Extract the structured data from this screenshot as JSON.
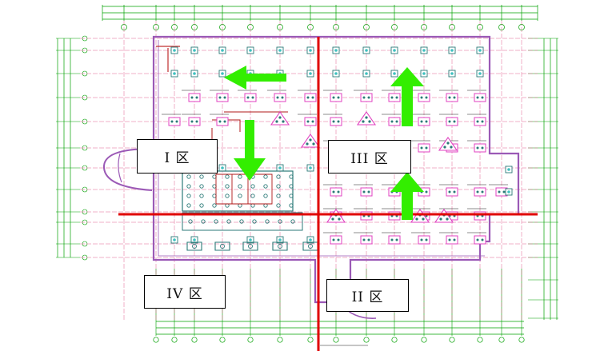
{
  "drawing": {
    "background": "#ffffff",
    "axis_color": "#00a000",
    "grid_color": "#e06090",
    "wall_color": "#9b59b6",
    "pile_color": "#2b7a78",
    "pile_cap_color": "#e040c0",
    "division_line_color": "#e00000",
    "arrow_color": "#33ee00",
    "annotation_color": "#1a1a1a"
  },
  "zones": [
    {
      "id": "zone-1",
      "label": "I 区"
    },
    {
      "id": "zone-3",
      "label": "III 区"
    },
    {
      "id": "zone-4",
      "label": "IV 区"
    },
    {
      "id": "zone-2",
      "label": "II 区"
    }
  ],
  "arrows": [
    {
      "id": "arrow-left",
      "direction": "left"
    },
    {
      "id": "arrow-down",
      "direction": "down"
    },
    {
      "id": "arrow-up-upper",
      "direction": "up"
    },
    {
      "id": "arrow-up-lower",
      "direction": "up"
    }
  ]
}
